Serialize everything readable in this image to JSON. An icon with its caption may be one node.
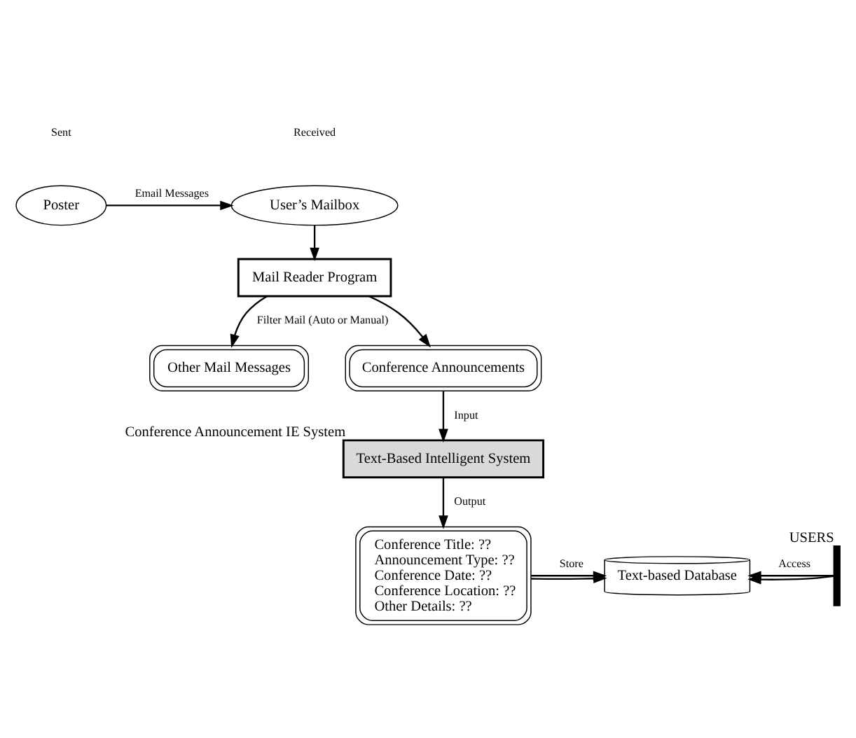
{
  "diagram": {
    "nodes": [
      {
        "text": [
          "Poster"
        ]
      },
      {
        "text": [
          "User’s Mailbox"
        ]
      },
      {
        "text": [
          "Mail Reader Program"
        ]
      },
      {
        "text": [
          "Other Mail Messages"
        ]
      },
      {
        "text": [
          "Conference Announcements"
        ]
      },
      {
        "text": [
          "Text-Based Intelligent System"
        ],
        "beside": [
          "Conference Announcement IE System"
        ]
      },
      {
        "text": [
          "Conference Title: ??",
          "Announcement Type: ??",
          "Conference Date: ??",
          "Conference Location: ??",
          "Other Details: ??"
        ]
      },
      {
        "text": [
          "Text-based Database"
        ]
      },
      {
        "text": [
          "USERS"
        ]
      }
    ],
    "edges": [
      {
        "from": 0,
        "to": 1,
        "arrow": "to",
        "label": "Email Messages"
      },
      {
        "from": 1,
        "to": 2,
        "arrow": "to"
      },
      {
        "from": 2,
        "to": 3,
        "arrow": "to",
        "label": "Filter Mail (Auto or Manual)"
      },
      {
        "from": 2,
        "to": 4,
        "arrow": "to"
      },
      {
        "from": 4,
        "to": 5,
        "arrow": "to",
        "label": "Input"
      },
      {
        "from": 5,
        "to": 6,
        "arrow": "to",
        "label": "Output"
      },
      {
        "from": 6,
        "to": 7,
        "arrow": "to"
      },
      {
        "from": 6,
        "to": 7,
        "arrow": "to",
        "label": "Store"
      },
      {
        "from": 8,
        "to": 7,
        "arrow": "to"
      },
      {
        "from": 8,
        "to": 7,
        "arrow": "to",
        "label": "Access"
      }
    ],
    "labels": [
      "Sent",
      "Received"
    ]
  }
}
